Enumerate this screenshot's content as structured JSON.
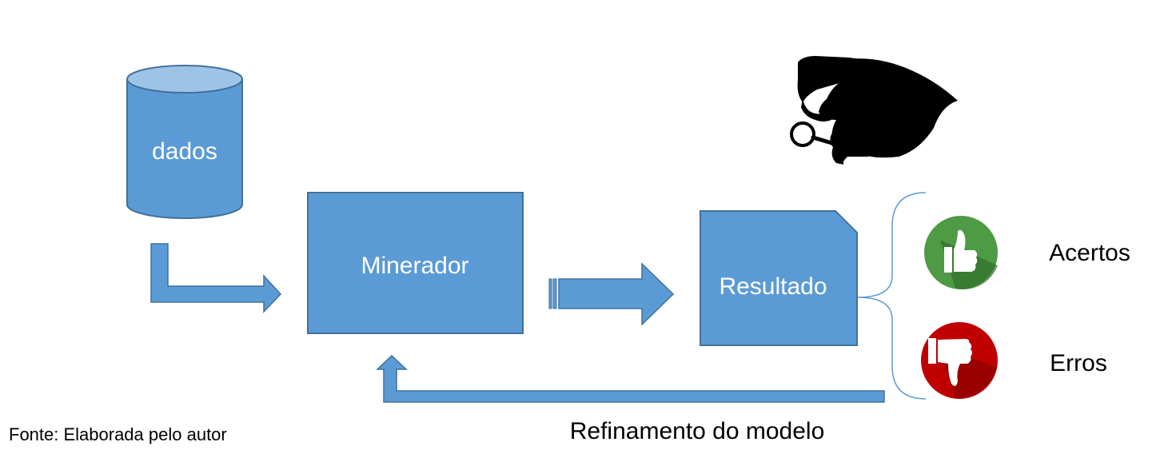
{
  "diagram": {
    "nodes": {
      "data_store": "dados",
      "miner": "Minerador",
      "result": "Resultado"
    },
    "outcomes": {
      "hits": "Acertos",
      "errors": "Erros"
    },
    "feedback_label": "Refinamento do modelo",
    "source": "Fonte: Elaborada pelo autor"
  },
  "colors": {
    "node_fill": "#5b9bd5",
    "node_stroke": "#41719c",
    "cylinder_top": "#9dc3e6",
    "thumbs_up": "#43943b",
    "thumbs_down": "#c00000",
    "silhouette": "#000000"
  },
  "icons": {
    "detective": "detective-magnifier-icon",
    "thumbs_up": "thumbs-up-icon",
    "thumbs_down": "thumbs-down-icon"
  }
}
